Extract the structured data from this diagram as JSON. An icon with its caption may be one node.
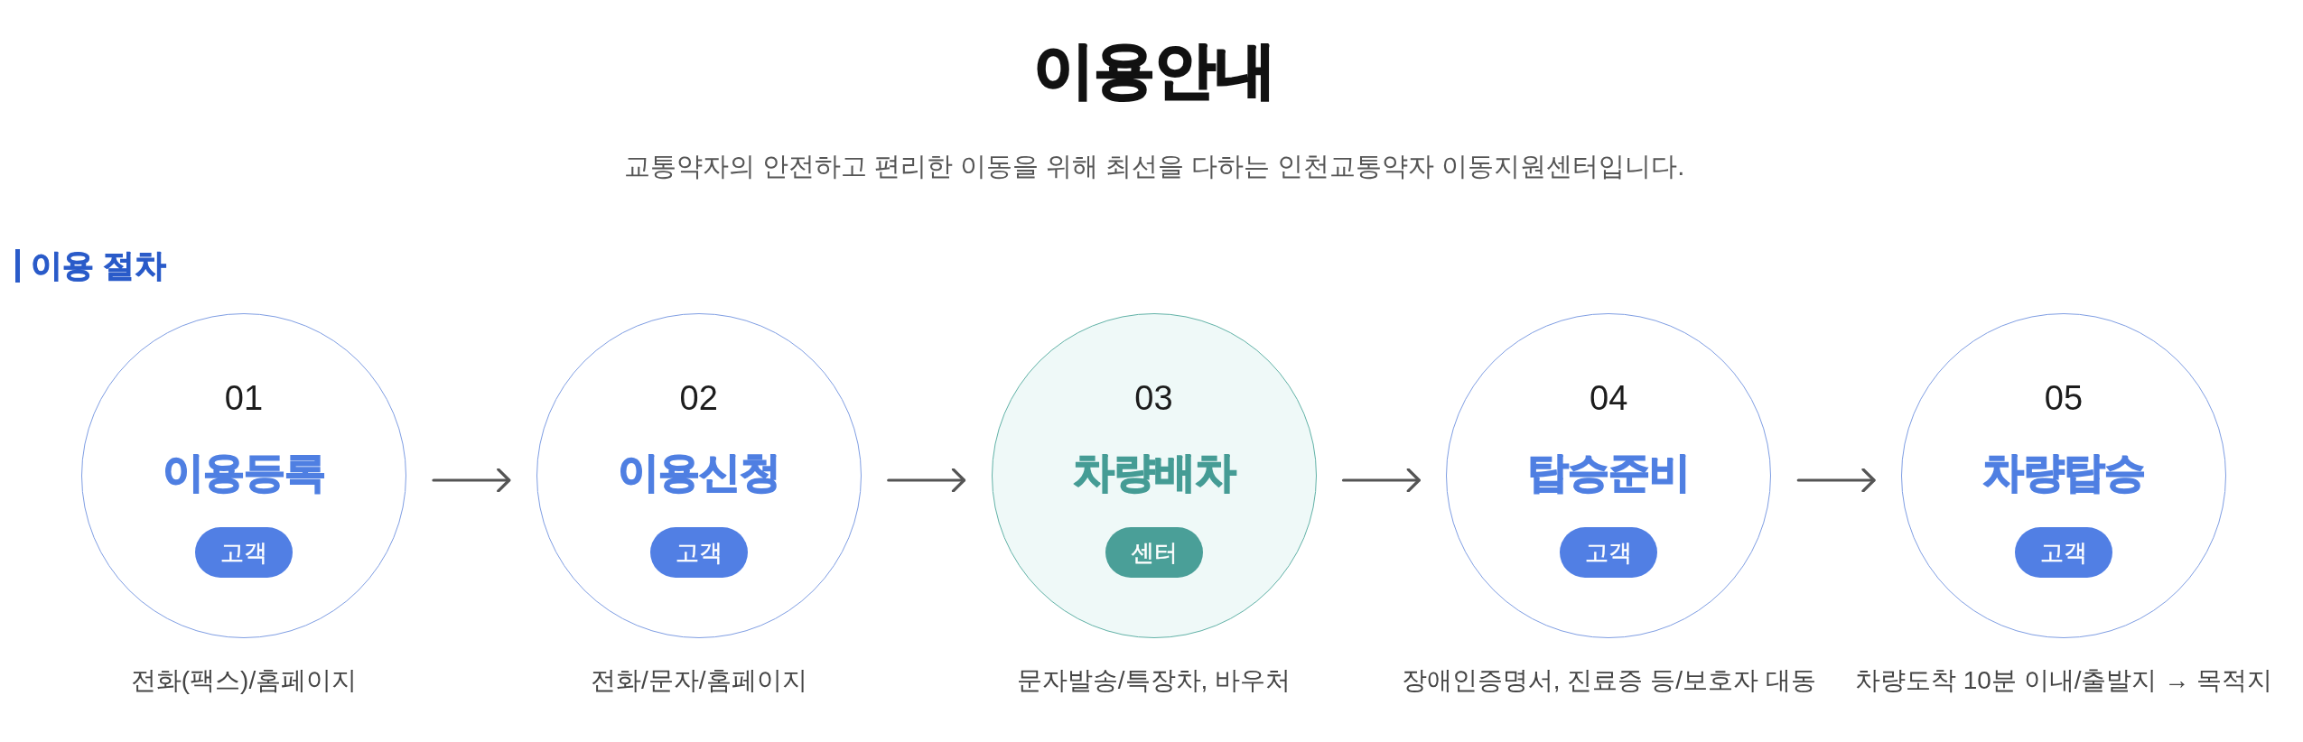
{
  "diagram": {
    "title": "이용안내",
    "nodes": [
      {
        "text": [
          "01",
          "이용등록"
        ],
        "beside": [
          "전화(팩스)/홈페이지"
        ]
      },
      {
        "text": [
          "고객"
        ],
        "in": 0
      },
      {
        "text": [
          "02",
          "이용신청"
        ],
        "beside": [
          "전화/문자/홈페이지"
        ]
      },
      {
        "text": [
          "고객"
        ],
        "in": 2
      },
      {
        "text": [
          "03",
          "차량배차"
        ],
        "beside": [
          "문자발송/특장차, 바우처"
        ]
      },
      {
        "text": [
          "센터"
        ],
        "in": 4
      },
      {
        "text": [
          "04",
          "탑승준비"
        ],
        "beside": [
          "장애인증명서, 진료증 등/보호자 대동"
        ]
      },
      {
        "text": [
          "고객"
        ],
        "in": 6
      },
      {
        "text": [
          "05",
          "차량탑승"
        ],
        "beside": [
          "차량도착 10분 이내/출발지 → 목적지"
        ]
      },
      {
        "text": [
          "고객"
        ],
        "in": 8
      }
    ],
    "edges": [
      {
        "from": 0,
        "to": 2,
        "arrow": "to"
      },
      {
        "from": 2,
        "to": 4,
        "arrow": "to"
      },
      {
        "from": 4,
        "to": 6,
        "arrow": "to"
      },
      {
        "from": 6,
        "to": 8,
        "arrow": "to"
      }
    ],
    "labels": [
      "교통약자의 안전하고 편리한 이동을 위해 최선을 다하는 인천교통약자 이동지원센터입니다.",
      "이용 절차"
    ]
  }
}
